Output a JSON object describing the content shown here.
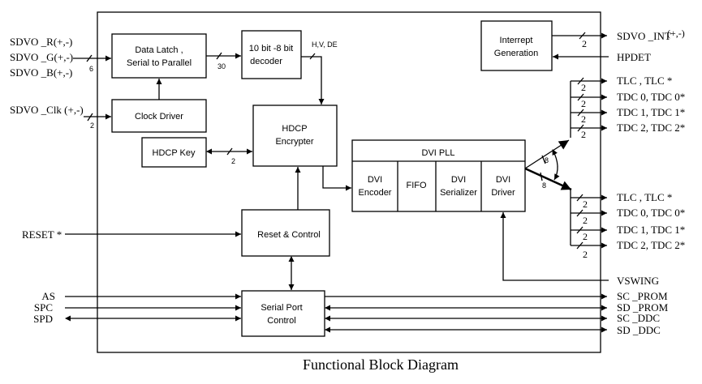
{
  "title": "Functional Block Diagram",
  "blocks": {
    "data_latch": [
      "Data Latch  ,",
      "Serial to Parallel"
    ],
    "decoder": [
      "10 bit -8 bit",
      "decoder"
    ],
    "clock_driver": "Clock Driver",
    "hdcp_key": "HDCP Key",
    "hdcp_encrypter": [
      "HDCP",
      "Encrypter"
    ],
    "interrupt_generation": [
      "Interrept",
      "Generation"
    ],
    "dvi_pll": "DVI PLL",
    "dvi_encoder": [
      "DVI",
      "Encoder"
    ],
    "fifo": "FIFO",
    "dvi_serializer": [
      "DVI",
      "Serializer"
    ],
    "dvi_driver": [
      "DVI",
      "Driver"
    ],
    "reset_control": "Reset & Control",
    "serial_port_control": [
      "Serial Port",
      "Control"
    ]
  },
  "left_signals": {
    "sdvo_r": "SDVO _R(+,-)",
    "sdvo_g": "SDVO _G(+,-)",
    "sdvo_b": "SDVO _B(+,-)",
    "sdvo_clk": "SDVO _Clk (+,-)",
    "reset": "RESET  *",
    "as": "AS",
    "spc": "SPC",
    "spd": "SPD"
  },
  "right_signals": {
    "sdvo_int": "SDVO _INT",
    "sdvo_int_suffix": "(+,-)",
    "hpdet": "HPDET",
    "upper_group": [
      "TLC , TLC *",
      "TDC 0, TDC 0*",
      "TDC 1, TDC 1*",
      "TDC 2, TDC 2*"
    ],
    "lower_group": [
      "TLC , TLC *",
      "TDC 0, TDC 0*",
      "TDC 1, TDC 1*",
      "TDC 2, TDC 2*"
    ],
    "vswing": "VSWING",
    "serial": [
      "SC _PROM",
      "SD _PROM",
      "SC _DDC",
      "SD _DDC"
    ]
  },
  "bus_widths": {
    "rgb": "6",
    "clk": "2",
    "latch_to_decoder": "30",
    "hdcp_key": "2",
    "sdvo_int": "2",
    "dvi_driver_out": "8",
    "tmds_pair": "2"
  },
  "decoder_out_label": "H,V, DE"
}
